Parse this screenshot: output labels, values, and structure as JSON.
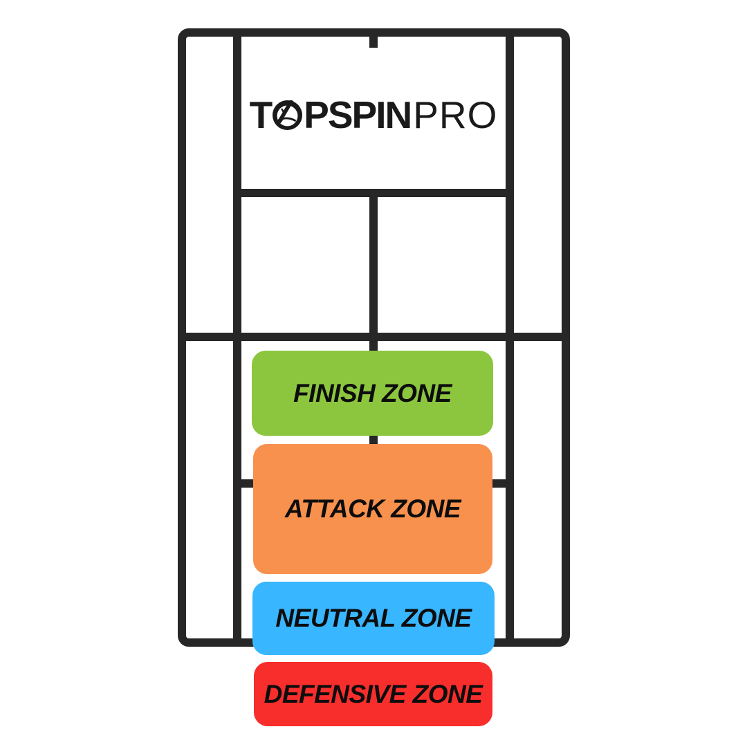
{
  "logo": {
    "t": "T",
    "pspin": "PSPIN",
    "pro": "PRO",
    "color": "#1a1a1a"
  },
  "court": {
    "line_color": "#272727"
  },
  "zones": [
    {
      "id": "finish",
      "label": "FINISH ZONE",
      "color": "#8cc63e"
    },
    {
      "id": "attack",
      "label": "ATTACK ZONE",
      "color": "#f8914d"
    },
    {
      "id": "neutral",
      "label": "NEUTRAL ZONE",
      "color": "#38b6ff"
    },
    {
      "id": "defensive",
      "label": "DEFENSIVE ZONE",
      "color": "#f82e2c"
    }
  ]
}
